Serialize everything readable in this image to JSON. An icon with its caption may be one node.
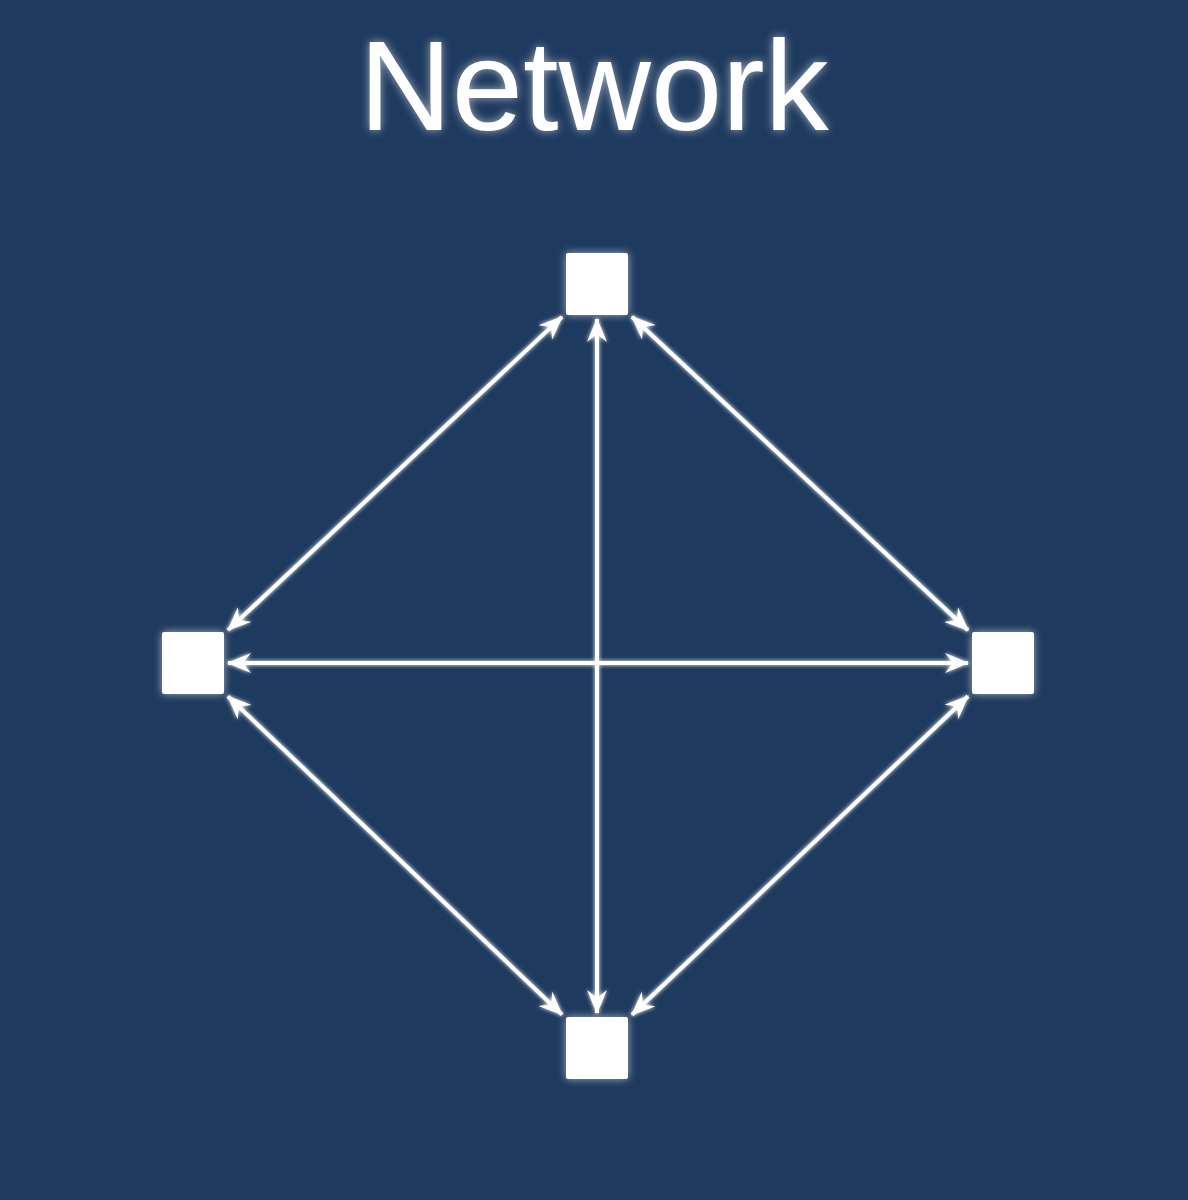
{
  "diagram": {
    "title": "Network",
    "nodes": [
      {
        "text": [],
        "shape": "box"
      },
      {
        "text": [],
        "shape": "box"
      },
      {
        "text": [],
        "shape": "box"
      },
      {
        "text": [],
        "shape": "box"
      }
    ],
    "edges": [
      {
        "from": 0,
        "to": 1,
        "arrow": "both"
      },
      {
        "from": 0,
        "to": 3,
        "arrow": "both"
      },
      {
        "from": 0,
        "to": 2,
        "arrow": "both"
      },
      {
        "from": 1,
        "to": 2,
        "arrow": "both"
      },
      {
        "from": 1,
        "to": 3,
        "arrow": "both"
      },
      {
        "from": 2,
        "to": 3,
        "arrow": "both"
      }
    ]
  }
}
